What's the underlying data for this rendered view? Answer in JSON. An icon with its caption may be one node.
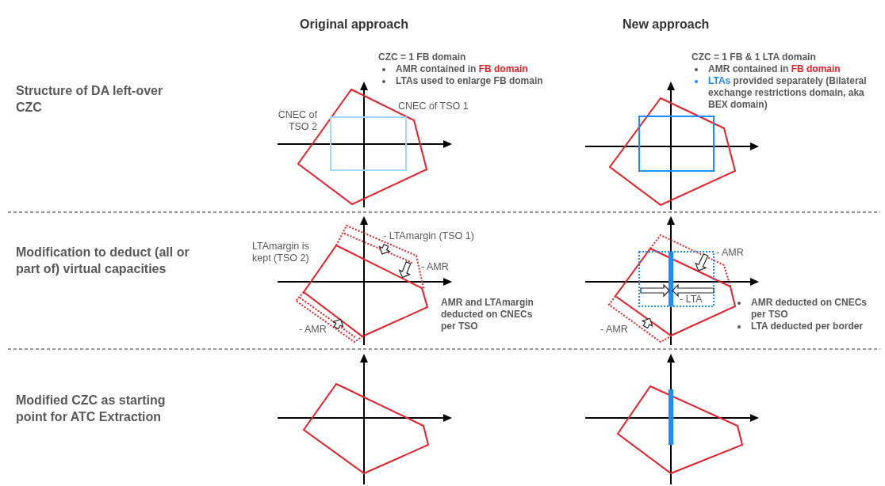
{
  "diagram": {
    "labels": [
      "Original approach",
      "New approach",
      "Structure of DA left-over CZC",
      "CZC = 1 FB domain",
      "AMR contained in **FB domain**",
      "LTAs used to enlarge FB domain",
      "CZC = 1 FB & 1 LTA domain",
      "AMR contained in **FB domain**",
      "**LTAs** provided separately (Bilateral exchange restrictions domain, aka BEX domain)",
      "CNEC of TSO 1",
      "CNEC of TSO 2",
      "Modification to deduct (all or part of) virtual capacities",
      "LTAmargin is kept (TSO 2)",
      "- LTAmargin (TSO 1)",
      "- AMR",
      "- AMR",
      "AMR and LTAmargin deducted on CNECs per TSO",
      "- LTA",
      "AMR deducted on CNECs per TSO",
      "- AMR",
      "- AMR",
      "LTA deducted per border",
      "Modified CZC as starting point for ATC Extraction"
    ]
  }
}
